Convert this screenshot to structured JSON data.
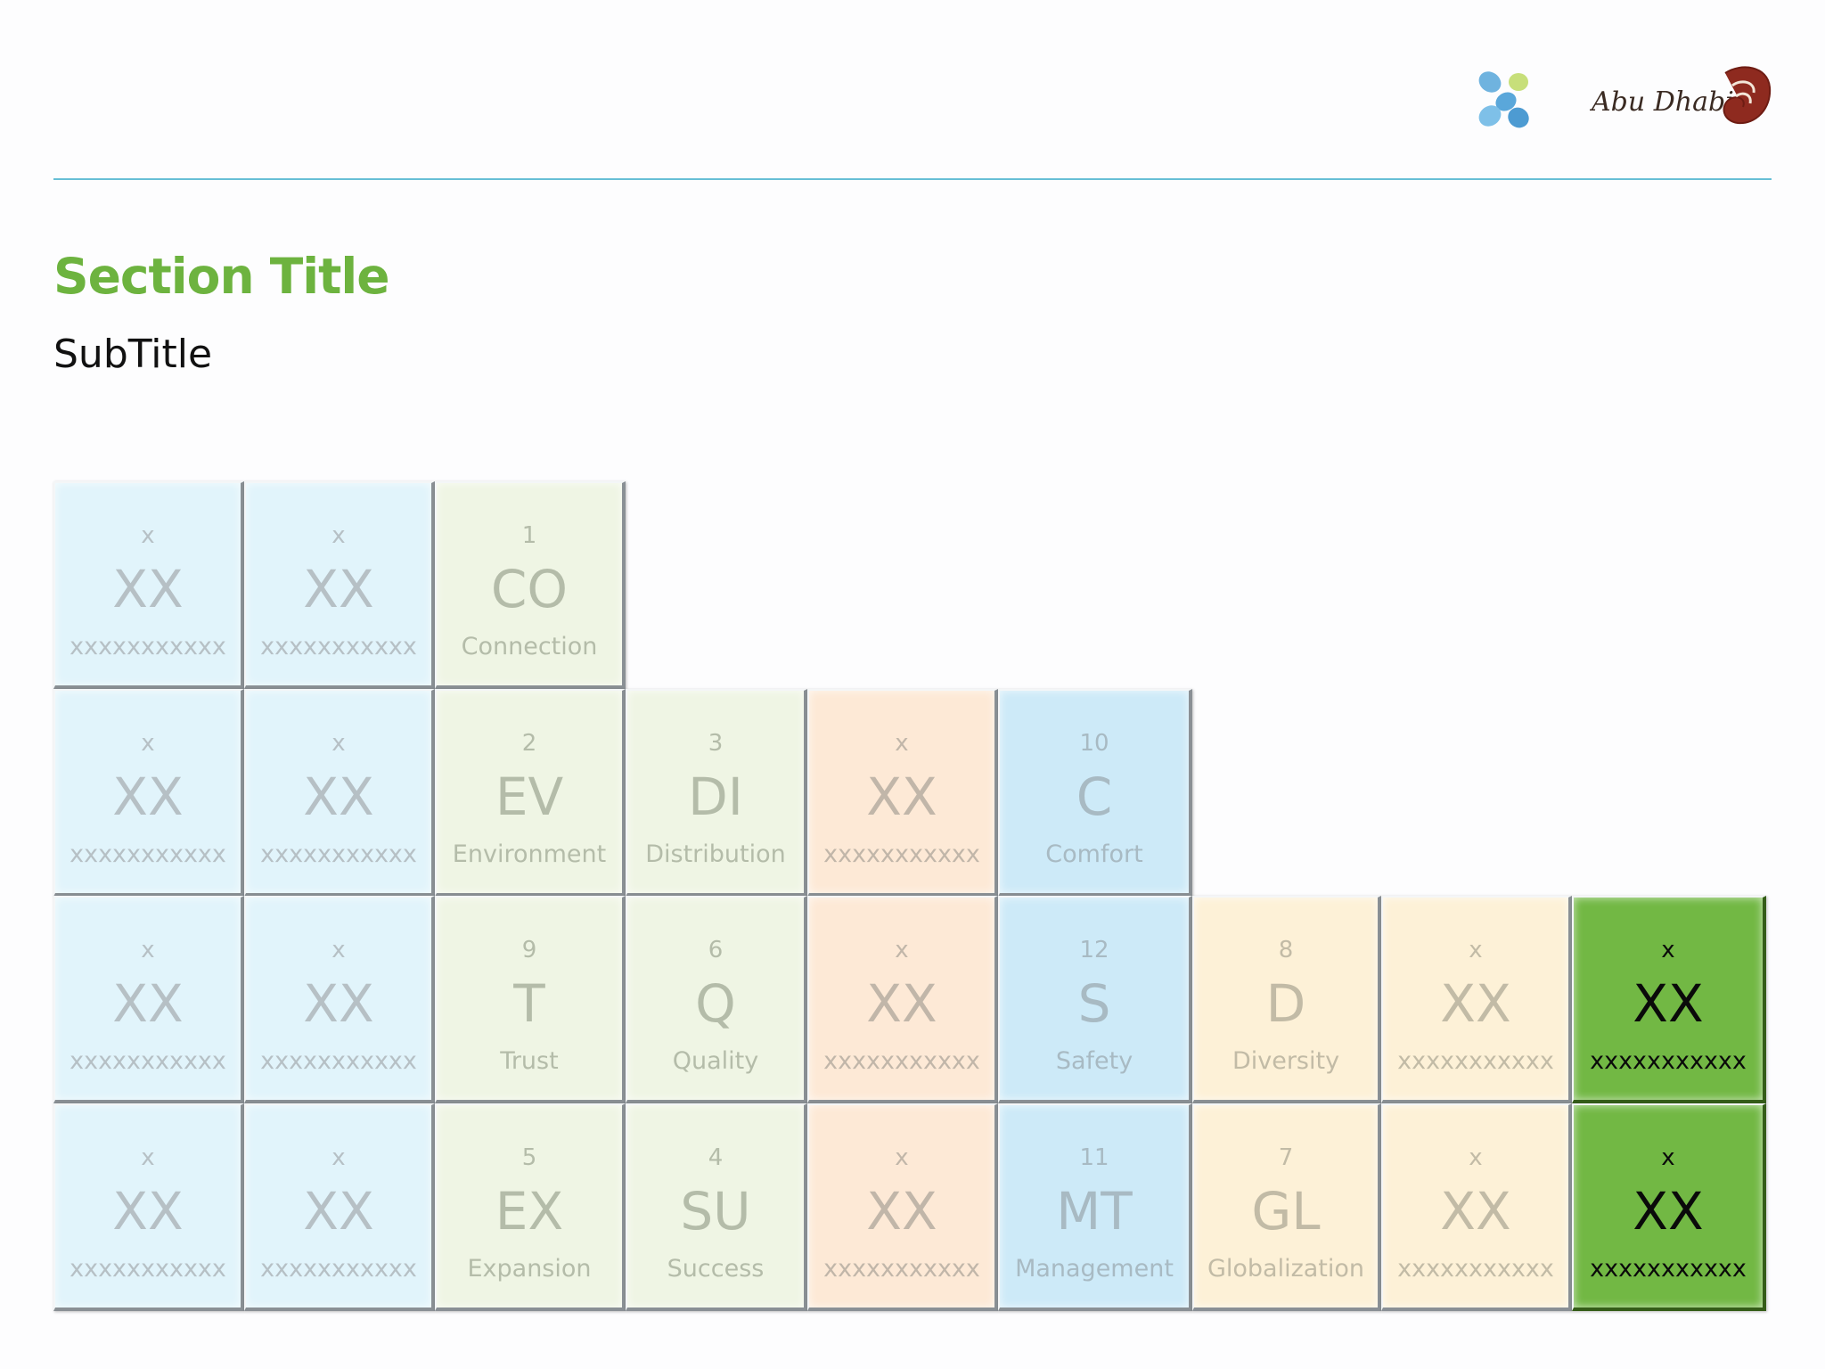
{
  "header": {
    "section_title": "Section Title",
    "subtitle": "SubTitle",
    "logos": {
      "mark": "pinwheel-logo",
      "abu_dhabi": "Abu Dhabi"
    }
  },
  "colors": {
    "title_green": "#6db33f",
    "rule": "#67bfd6",
    "blue": "#e1f4fb",
    "green": "#eff5e4",
    "peach": "#fde9d6",
    "sky": "#cdeaf8",
    "cream": "#fdf1d7",
    "dark_green": "#72b844"
  },
  "tiles": [
    {
      "num": "x",
      "sym": "XX",
      "name": "xxxxxxxxxxx",
      "color": "blue"
    },
    {
      "num": "x",
      "sym": "XX",
      "name": "xxxxxxxxxxx",
      "color": "blue"
    },
    {
      "num": "1",
      "sym": "CO",
      "name": "Connection",
      "color": "green"
    },
    {
      "num": "x",
      "sym": "XX",
      "name": "xxxxxxxxxxx",
      "color": "blue"
    },
    {
      "num": "x",
      "sym": "XX",
      "name": "xxxxxxxxxxx",
      "color": "blue"
    },
    {
      "num": "2",
      "sym": "EV",
      "name": "Environment",
      "color": "green"
    },
    {
      "num": "3",
      "sym": "DI",
      "name": "Distribution",
      "color": "green"
    },
    {
      "num": "x",
      "sym": "XX",
      "name": "xxxxxxxxxxx",
      "color": "peach"
    },
    {
      "num": "10",
      "sym": "C",
      "name": "Comfort",
      "color": "sky"
    },
    {
      "num": "x",
      "sym": "XX",
      "name": "xxxxxxxxxxx",
      "color": "blue"
    },
    {
      "num": "x",
      "sym": "XX",
      "name": "xxxxxxxxxxx",
      "color": "blue"
    },
    {
      "num": "9",
      "sym": "T",
      "name": "Trust",
      "color": "green"
    },
    {
      "num": "6",
      "sym": "Q",
      "name": "Quality",
      "color": "green"
    },
    {
      "num": "x",
      "sym": "XX",
      "name": "xxxxxxxxxxx",
      "color": "peach"
    },
    {
      "num": "12",
      "sym": "S",
      "name": "Safety",
      "color": "sky"
    },
    {
      "num": "8",
      "sym": "D",
      "name": "Diversity",
      "color": "cream"
    },
    {
      "num": "x",
      "sym": "XX",
      "name": "xxxxxxxxxxx",
      "color": "cream"
    },
    {
      "num": "x",
      "sym": "XX",
      "name": "xxxxxxxxxxx",
      "color": "dark"
    },
    {
      "num": "x",
      "sym": "XX",
      "name": "xxxxxxxxxxx",
      "color": "blue"
    },
    {
      "num": "x",
      "sym": "XX",
      "name": "xxxxxxxxxxx",
      "color": "blue"
    },
    {
      "num": "5",
      "sym": "EX",
      "name": "Expansion",
      "color": "green"
    },
    {
      "num": "4",
      "sym": "SU",
      "name": "Success",
      "color": "green"
    },
    {
      "num": "x",
      "sym": "XX",
      "name": "xxxxxxxxxxx",
      "color": "peach"
    },
    {
      "num": "11",
      "sym": "MT",
      "name": "Management",
      "color": "sky"
    },
    {
      "num": "7",
      "sym": "GL",
      "name": "Globalization",
      "color": "cream"
    },
    {
      "num": "x",
      "sym": "XX",
      "name": "xxxxxxxxxxx",
      "color": "cream"
    },
    {
      "num": "x",
      "sym": "XX",
      "name": "xxxxxxxxxxx",
      "color": "dark"
    }
  ]
}
